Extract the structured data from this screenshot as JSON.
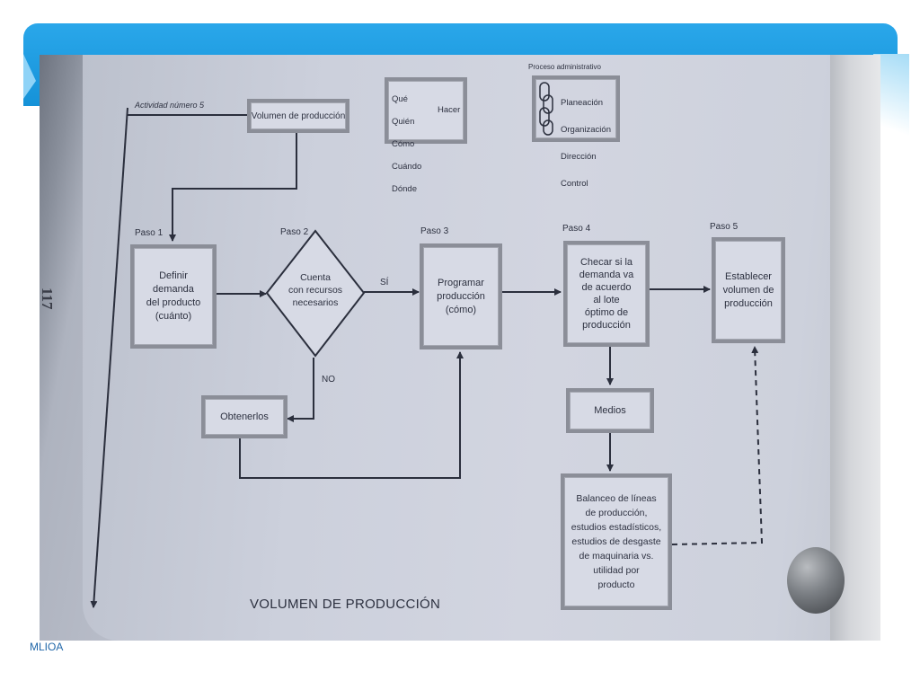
{
  "colors": {
    "header_blue": "#1a9be0",
    "box_fill": "#d7dae5",
    "box_border": "#8b8e98",
    "ink": "#2d3140"
  },
  "footer": {
    "text": "MLIOA"
  },
  "diagram": {
    "page_number": "117",
    "title": "VOLUMEN DE PRODUCCIÓN",
    "activity_label": "Actividad número 5",
    "volume_box": "Volumen de producción",
    "questions": [
      "Qué",
      "Quién",
      "Cómo",
      "Cuándo",
      "Dónde"
    ],
    "questions_target": "Hacer",
    "process_title": "Proceso administrativo",
    "process_steps": [
      "Planeación",
      "Organización",
      "Dirección",
      "Control"
    ],
    "steps": {
      "paso1": {
        "label": "Paso 1",
        "text": "Definir\ndemanda\ndel producto\n(cuánto)"
      },
      "paso2": {
        "label": "Paso 2",
        "text": "Cuenta\ncon recursos\nnecesarios"
      },
      "paso3": {
        "label": "Paso 3",
        "text": "Programar\nproducción\n(cómo)"
      },
      "paso4": {
        "label": "Paso 4",
        "text": "Checar si la\ndemanda va\nde acuerdo\nal lote\nóptimo de\nproducción"
      },
      "paso5": {
        "label": "Paso 5",
        "text": "Establecer\nvolumen de\nproducción"
      }
    },
    "yes_label": "SÍ",
    "no_label": "NO",
    "obtain_box": "Obtenerlos",
    "means_box": "Medios",
    "balance_box": "Balanceo de líneas\nde producción,\nestudios estadísticos,\nestudios de desgaste\nde maquinaria vs.\nutilidad por\nproducto"
  }
}
